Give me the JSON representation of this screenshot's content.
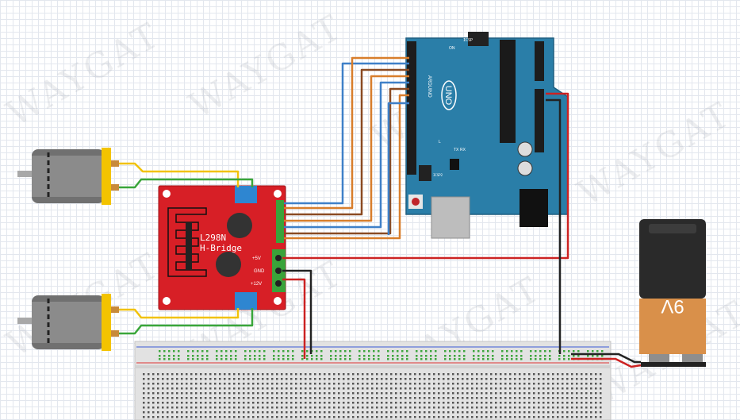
{
  "watermark": "WAYGAT",
  "arduino": {
    "brand": "UNO",
    "model": "ARDUINO",
    "icsp": "ICSP",
    "icsp2": "ICSP2",
    "tx": "TX",
    "rx": "RX",
    "led": "L",
    "on": "ON"
  },
  "driver": {
    "title": "L298N",
    "subtitle": "H-Bridge",
    "pin_5v": "+5V",
    "pin_gnd": "GND",
    "pin_12v": "+12V"
  },
  "battery": {
    "label": "9V"
  },
  "colors": {
    "red_board": "#d71f26",
    "arduino_teal": "#2a7ea8",
    "wire_blue": "#3f80c8",
    "wire_orange": "#d87e2c",
    "wire_brown": "#8a4a22",
    "wire_red": "#cc2222",
    "wire_black": "#222222",
    "wire_yellow": "#f1c20a",
    "wire_green": "#3aa63a",
    "battery_copper": "#d9904a"
  }
}
